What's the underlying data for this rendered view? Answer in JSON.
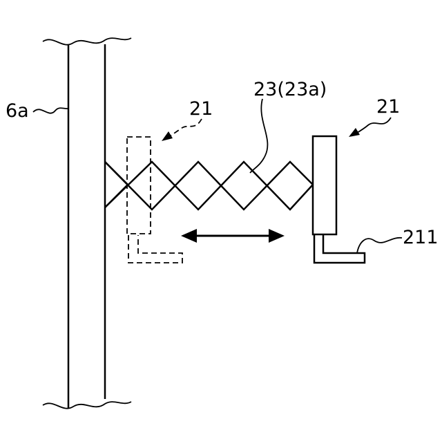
{
  "labels": {
    "wall": "6a",
    "holder_dashed": "21",
    "bellows": "23(23a)",
    "holder": "21",
    "bracket": "211"
  }
}
